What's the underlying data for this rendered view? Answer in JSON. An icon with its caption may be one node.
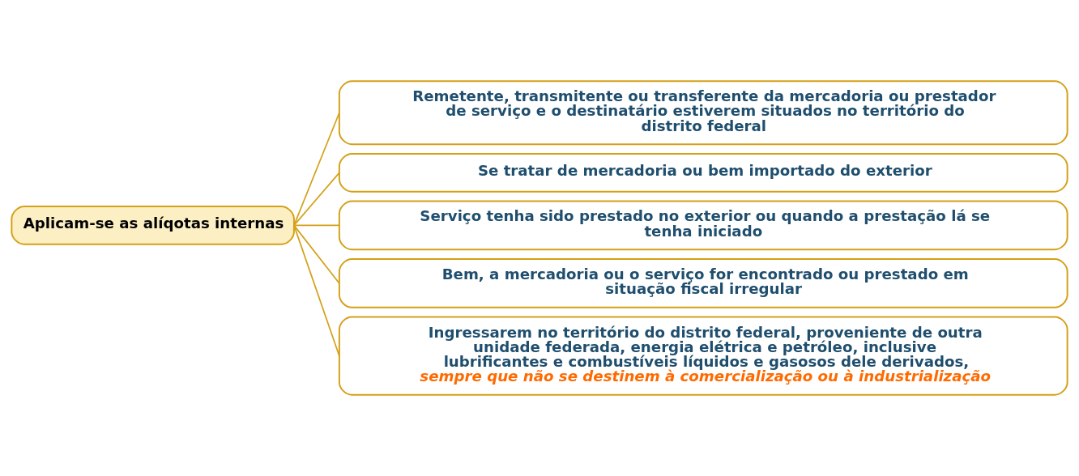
{
  "diagram": {
    "nodes": [
      {
        "text": [
          "Aplicam-se as alíqotas internas"
        ]
      },
      {
        "text": [
          "Remetente, transmitente ou transferente da mercadoria ou prestador de serviço e o destinatário estiverem situados no território do distrito federal"
        ]
      },
      {
        "text": [
          "Se tratar de mercadoria ou bem importado do exterior"
        ]
      },
      {
        "text": [
          "Serviço tenha sido prestado no exterior ou quando a prestação lá se tenha iniciado"
        ]
      },
      {
        "text": [
          "Bem, a mercadoria ou o serviço for encontrado ou prestado em situação fiscal irregular"
        ]
      },
      {
        "text": [
          "Ingressarem no território do distrito federal, proveniente de outra unidade federada, energia elétrica e petróleo, inclusive lubrificantes e combustíveis líquidos e gasosos dele derivados, *sempre que não se destinem à comercialização ou à industrialização*"
        ]
      }
    ],
    "edges": [
      {
        "from": 0,
        "to": 1,
        "arrow": "none"
      },
      {
        "from": 0,
        "to": 2,
        "arrow": "none"
      },
      {
        "from": 0,
        "to": 3,
        "arrow": "none"
      },
      {
        "from": 0,
        "to": 4,
        "arrow": "none"
      },
      {
        "from": 0,
        "to": 5,
        "arrow": "none"
      }
    ]
  }
}
